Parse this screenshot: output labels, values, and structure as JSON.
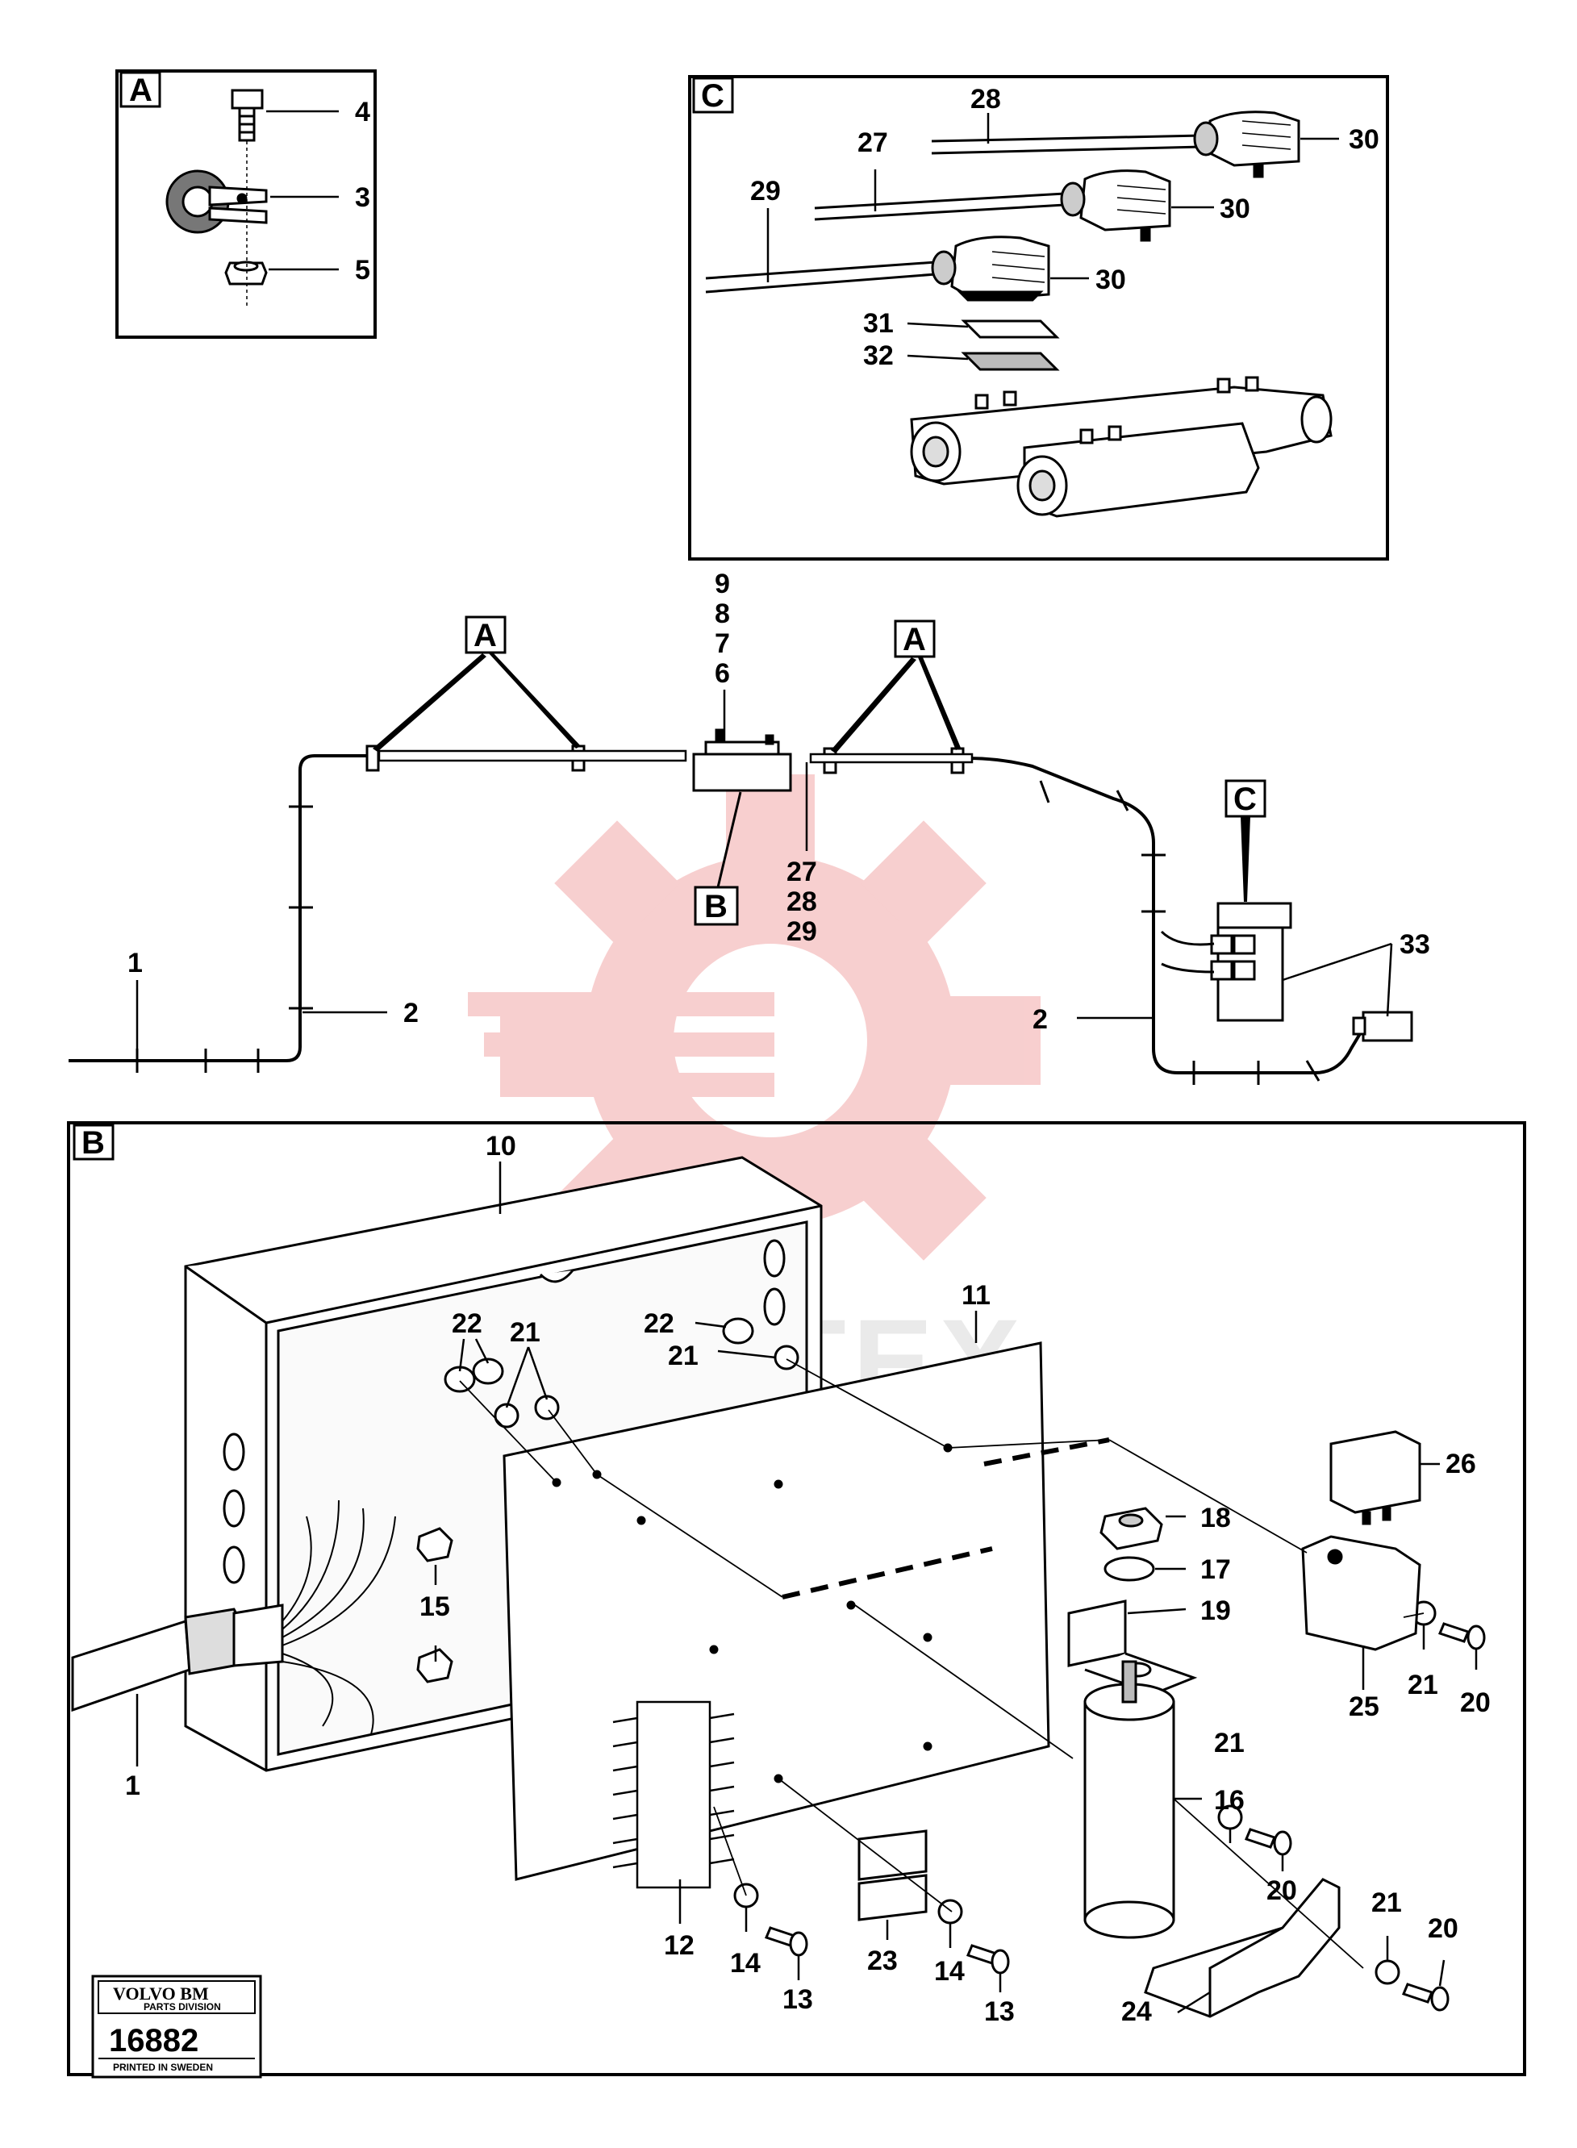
{
  "detail_boxes": {
    "a": "A",
    "b": "B",
    "c": "C"
  },
  "callouts": {
    "a_left": "A",
    "a_right": "A",
    "b": "B",
    "c": "C"
  },
  "parts": {
    "p1": "1",
    "p2": "2",
    "p3": "3",
    "p4": "4",
    "p5": "5",
    "p6": "6",
    "p7": "7",
    "p8": "8",
    "p9": "9",
    "p10": "10",
    "p11": "11",
    "p12": "12",
    "p13": "13",
    "p14": "14",
    "p15": "15",
    "p16": "16",
    "p17": "17",
    "p18": "18",
    "p19": "19",
    "p20": "20",
    "p21": "21",
    "p22": "22",
    "p23": "23",
    "p24": "24",
    "p25": "25",
    "p26": "26",
    "p27": "27",
    "p28": "28",
    "p29": "29",
    "p30": "30",
    "p31": "31",
    "p32": "32",
    "p33": "33"
  },
  "logo": {
    "brand": "VOLVO BM",
    "division": "PARTS DIVISION",
    "number": "16882",
    "printed": "PRINTED IN SWEDEN"
  },
  "watermark": {
    "text": "ИНТЕХ",
    "color": "#f2b8b8"
  }
}
